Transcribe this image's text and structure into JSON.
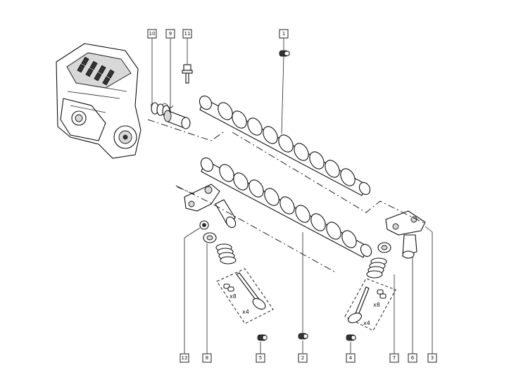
{
  "diagram": {
    "callouts": [
      "1",
      "2",
      "3",
      "4",
      "5",
      "6",
      "7",
      "8",
      "9",
      "10",
      "11",
      "12"
    ],
    "quantity_labels": {
      "left_valve_group": {
        "keepers": "x8",
        "valves": "x4"
      },
      "right_valve_group": {
        "keepers": "x8",
        "valves": "x4"
      }
    }
  }
}
